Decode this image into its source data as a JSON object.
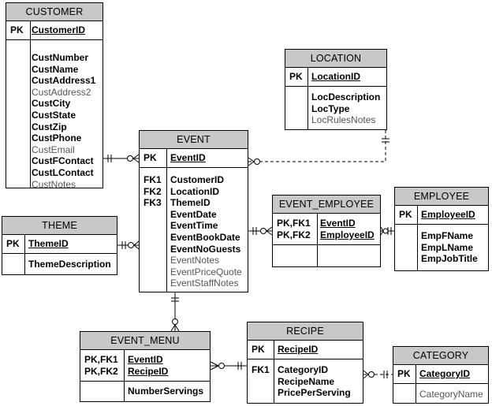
{
  "entities": {
    "customer": {
      "title": "CUSTOMER",
      "pk_label": "PK",
      "pk_attrs": [
        "CustomerID"
      ],
      "fk_labels": [],
      "attrs": [
        {
          "name": "CustNumber",
          "required": true
        },
        {
          "name": "CustName",
          "required": true
        },
        {
          "name": "CustAddress1",
          "required": true
        },
        {
          "name": "CustAddress2",
          "required": false
        },
        {
          "name": "CustCity",
          "required": true
        },
        {
          "name": "CustState",
          "required": true
        },
        {
          "name": "CustZip",
          "required": true
        },
        {
          "name": "CustPhone",
          "required": true
        },
        {
          "name": "CustEmail",
          "required": false
        },
        {
          "name": "CustFContact",
          "required": true
        },
        {
          "name": "CustLContact",
          "required": true
        },
        {
          "name": "CustNotes",
          "required": false
        }
      ]
    },
    "location": {
      "title": "LOCATION",
      "pk_label": "PK",
      "pk_attrs": [
        "LocationID"
      ],
      "fk_labels": [],
      "attrs": [
        {
          "name": "LocDescription",
          "required": true
        },
        {
          "name": "LocType",
          "required": true
        },
        {
          "name": "LocRulesNotes",
          "required": false
        }
      ]
    },
    "event": {
      "title": "EVENT",
      "pk_label": "PK",
      "pk_attrs": [
        "EventID"
      ],
      "fk_labels": [
        "FK1",
        "FK2",
        "FK3"
      ],
      "attrs": [
        {
          "name": "CustomerID",
          "required": true
        },
        {
          "name": "LocationID",
          "required": true
        },
        {
          "name": "ThemeID",
          "required": true
        },
        {
          "name": "EventDate",
          "required": true
        },
        {
          "name": "EventTime",
          "required": true
        },
        {
          "name": "EventBookDate",
          "required": true
        },
        {
          "name": "EventNoGuests",
          "required": true
        },
        {
          "name": "EventNotes",
          "required": false
        },
        {
          "name": "EventPriceQuote",
          "required": false
        },
        {
          "name": "EventStaffNotes",
          "required": false
        }
      ]
    },
    "theme": {
      "title": "THEME",
      "pk_label": "PK",
      "pk_attrs": [
        "ThemeID"
      ],
      "fk_labels": [],
      "attrs": [
        {
          "name": "ThemeDescription",
          "required": true
        }
      ]
    },
    "event_employee": {
      "title": "EVENT_EMPLOYEE",
      "pk_label": "PK,FK1\nPK,FK2",
      "pk_attrs": [
        "EventID",
        "EmployeeID"
      ],
      "fk_labels": [],
      "attrs": []
    },
    "employee": {
      "title": "EMPLOYEE",
      "pk_label": "PK",
      "pk_attrs": [
        "EmployeeID"
      ],
      "fk_labels": [],
      "attrs": [
        {
          "name": "EmpFName",
          "required": true
        },
        {
          "name": "EmpLName",
          "required": true
        },
        {
          "name": "EmpJobTitle",
          "required": true
        }
      ]
    },
    "event_menu": {
      "title": "EVENT_MENU",
      "pk_label": "PK,FK1\nPK,FK2",
      "pk_attrs": [
        "EventID",
        "RecipeID"
      ],
      "fk_labels": [],
      "attrs": [
        {
          "name": "NumberServings",
          "required": true
        }
      ]
    },
    "recipe": {
      "title": "RECIPE",
      "pk_label": "PK",
      "pk_attrs": [
        "RecipeID"
      ],
      "fk_labels": [
        "FK1"
      ],
      "attrs": [
        {
          "name": "CategoryID",
          "required": true
        },
        {
          "name": "RecipeName",
          "required": true
        },
        {
          "name": "PricePerServing",
          "required": true
        }
      ]
    },
    "category": {
      "title": "CATEGORY",
      "pk_label": "PK",
      "pk_attrs": [
        "CategoryID"
      ],
      "fk_labels": [],
      "attrs": [
        {
          "name": "CategoryName",
          "required": false
        }
      ]
    }
  },
  "relationships": [
    {
      "from": "customer",
      "to": "event",
      "identifying": true
    },
    {
      "from": "location",
      "to": "event",
      "identifying": false
    },
    {
      "from": "theme",
      "to": "event",
      "identifying": true
    },
    {
      "from": "event",
      "to": "event_employee",
      "identifying": true
    },
    {
      "from": "employee",
      "to": "event_employee",
      "identifying": true
    },
    {
      "from": "event",
      "to": "event_menu",
      "identifying": true
    },
    {
      "from": "recipe",
      "to": "event_menu",
      "identifying": true
    },
    {
      "from": "category",
      "to": "recipe",
      "identifying": false
    }
  ],
  "colors": {
    "header": "#c8c8c8",
    "line": "#000000",
    "optional_text": "#555555"
  }
}
